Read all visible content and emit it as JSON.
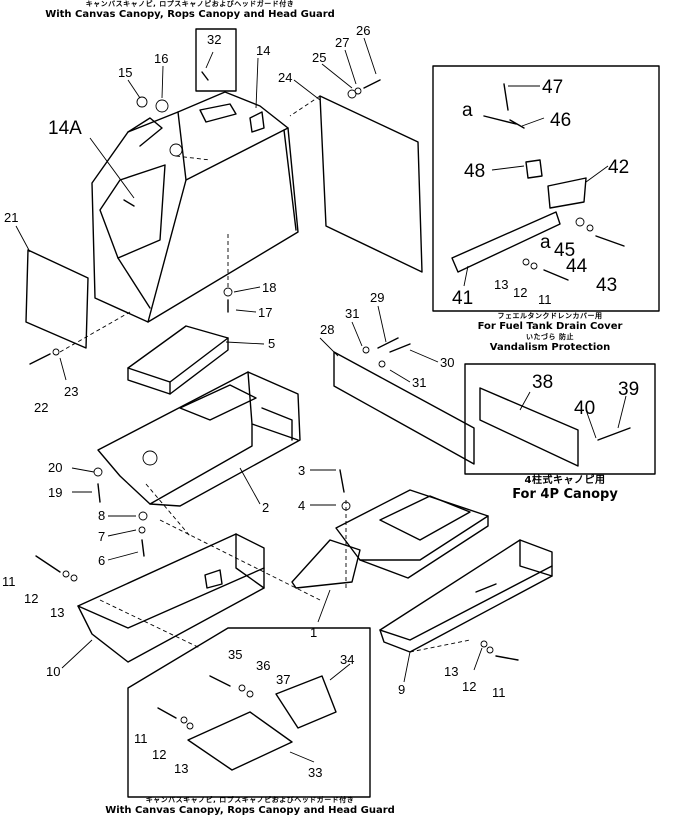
{
  "captions": {
    "top_jp": "キャンバスキャノピ, ロプスキャノピおよびヘッドガード付き",
    "top_en": "With Canvas Canopy, Rops Canopy and Head Guard",
    "fuel_jp": "フェエルタンクドレンカバー用",
    "fuel_en1": "For Fuel Tank Drain Cover",
    "vandal_jp": "いたづら 防止",
    "vandal_en": "Vandalism Protection",
    "canopy_jp": "4柱式キャノピ用",
    "canopy_en": "For 4P Canopy",
    "bottom_jp": "キャンバスキャノピ, ロプスキャノピおよびヘッドガード付き",
    "bottom_en": "With Canvas Canopy, Rops Canopy and Head Guard"
  },
  "callouts": {
    "c32": "32",
    "c14": "14",
    "c16": "16",
    "c15": "15",
    "c14a": "14A",
    "c25": "25",
    "c27": "27",
    "c26": "26",
    "c24": "24",
    "c21": "21",
    "c18": "18",
    "c17": "17",
    "c5": "5",
    "c22": "22",
    "c23": "23",
    "c31a": "31",
    "c29": "29",
    "c28": "28",
    "c30": "30",
    "c31b": "31",
    "c20": "20",
    "c19": "19",
    "c8": "8",
    "c7": "7",
    "c6": "6",
    "c2": "2",
    "c3": "3",
    "c4": "4",
    "c11a": "11",
    "c12a": "12",
    "c13a": "13",
    "c10": "10",
    "c1": "1",
    "c9": "9",
    "c13b": "13",
    "c12b": "12",
    "c11b": "11",
    "c35": "35",
    "c36": "36",
    "c37": "37",
    "c34": "34",
    "c11c": "11",
    "c12c": "12",
    "c13c": "13",
    "c33": "33",
    "c47": "47",
    "a1": "a",
    "c46": "46",
    "c48": "48",
    "c42": "42",
    "a2": "a",
    "c45": "45",
    "c44": "44",
    "c43": "43",
    "c13d": "13",
    "c12d": "12",
    "c11d": "11",
    "c41": "41",
    "c38": "38",
    "c40": "40",
    "c39": "39"
  }
}
